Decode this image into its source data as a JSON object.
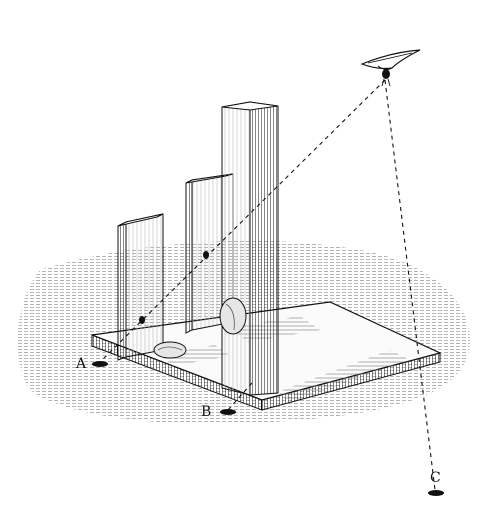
{
  "labels": {
    "a": "A",
    "b": "B",
    "c": "C"
  },
  "colors": {
    "ink": "#111111",
    "paper": "#ffffff",
    "light_face": "#f7f7f7",
    "shadow": "#c9c9c9"
  },
  "icons": {
    "light_source": "lamp-icon"
  }
}
